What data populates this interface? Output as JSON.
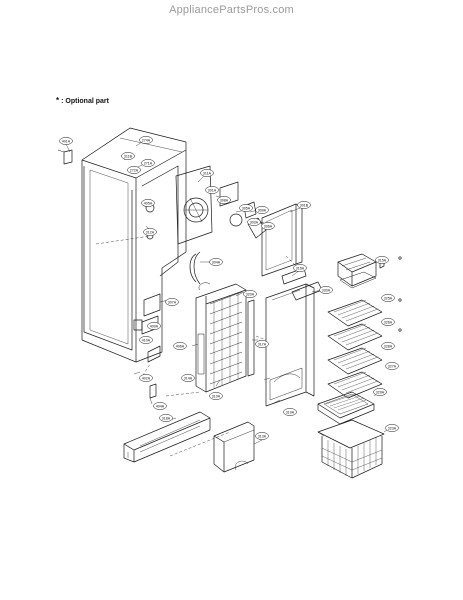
{
  "header": {
    "site": "AppliancePartsPros.com"
  },
  "note": {
    "asterisk": "*",
    "text": ": Optional part"
  },
  "callouts": [
    {
      "id": "c1",
      "text": "401A"
    },
    {
      "id": "c2",
      "text": "274A"
    },
    {
      "id": "c3",
      "text": "311B"
    },
    {
      "id": "c4",
      "text": "271A"
    },
    {
      "id": "c5",
      "text": "272A"
    },
    {
      "id": "c6",
      "text": "311A"
    },
    {
      "id": "c7",
      "text": "308A"
    },
    {
      "id": "c8",
      "text": "301A"
    },
    {
      "id": "c9",
      "text": "305A"
    },
    {
      "id": "c10",
      "text": "309A"
    },
    {
      "id": "c11",
      "text": "303A"
    },
    {
      "id": "c12",
      "text": "306A"
    },
    {
      "id": "c13",
      "text": "304A"
    },
    {
      "id": "c14",
      "text": "301B"
    },
    {
      "id": "c15",
      "text": "405A"
    },
    {
      "id": "c16",
      "text": "312A"
    },
    {
      "id": "c17",
      "text": "307A"
    },
    {
      "id": "c18",
      "text": "315A"
    },
    {
      "id": "c19",
      "text": "316A"
    },
    {
      "id": "c20",
      "text": "409A"
    },
    {
      "id": "c21",
      "text": "410A"
    },
    {
      "id": "c22",
      "text": "404A"
    },
    {
      "id": "c23",
      "text": "402A"
    },
    {
      "id": "c24",
      "text": "330A"
    },
    {
      "id": "c25",
      "text": "320A"
    },
    {
      "id": "c26",
      "text": "406A"
    },
    {
      "id": "c27",
      "text": "310A"
    },
    {
      "id": "c28",
      "text": "317A"
    },
    {
      "id": "c29",
      "text": "319A"
    },
    {
      "id": "c30",
      "text": "325A"
    },
    {
      "id": "c31",
      "text": "326A"
    },
    {
      "id": "c32",
      "text": "328A"
    },
    {
      "id": "c33",
      "text": "327A"
    },
    {
      "id": "c34",
      "text": "329A"
    },
    {
      "id": "c35",
      "text": "323A"
    },
    {
      "id": "c36",
      "text": "313A"
    },
    {
      "id": "c37",
      "text": "318A"
    },
    {
      "id": "c38",
      "text": "314A"
    }
  ]
}
